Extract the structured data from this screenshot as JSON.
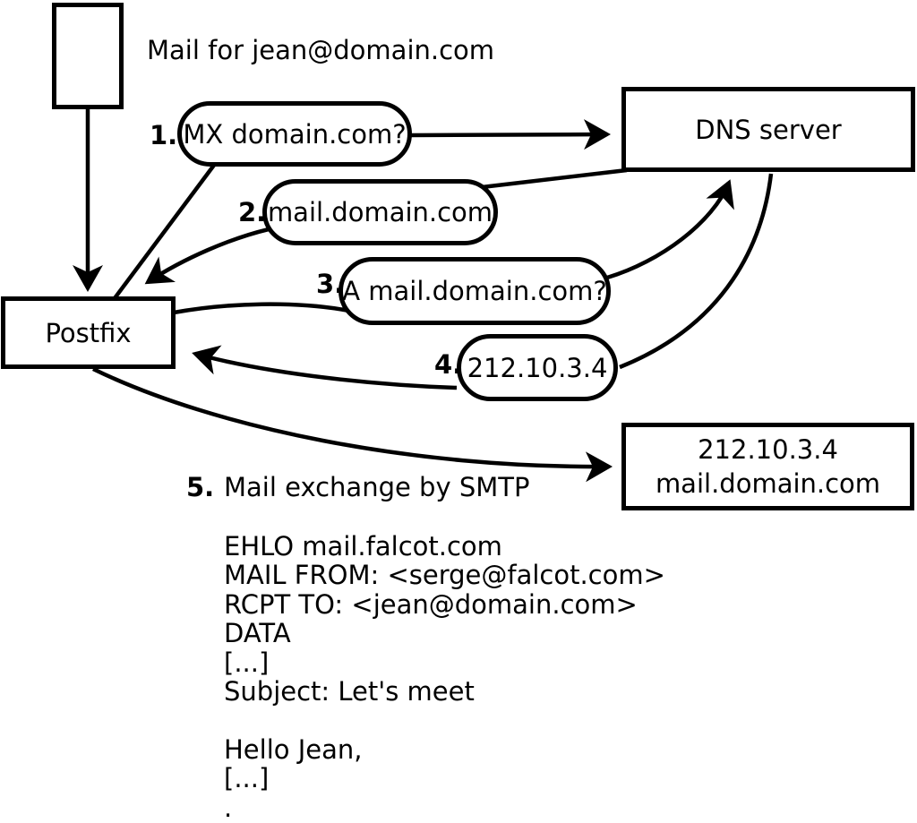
{
  "diagram": {
    "colors": {
      "stroke": "#000000",
      "background": "#ffffff"
    },
    "mail_label": "Mail for jean@domain.com",
    "nodes": {
      "postfix": "Postfix",
      "dns_server": "DNS server",
      "destination_line1": "212.10.3.4",
      "destination_line2": "mail.domain.com"
    },
    "steps": [
      {
        "num": "1.",
        "label": "MX domain.com?"
      },
      {
        "num": "2.",
        "label": "mail.domain.com"
      },
      {
        "num": "3.",
        "label": "A mail.domain.com?"
      },
      {
        "num": "4.",
        "label": "212.10.3.4"
      },
      {
        "num": "5.",
        "label": "Mail exchange by SMTP"
      }
    ],
    "smtp": {
      "lines": [
        "EHLO mail.falcot.com",
        "MAIL FROM: <serge@falcot.com>",
        "RCPT TO: <jean@domain.com>",
        "DATA",
        "[...]",
        "Subject: Let's meet",
        "",
        "Hello Jean,",
        "[...]",
        "."
      ]
    }
  }
}
